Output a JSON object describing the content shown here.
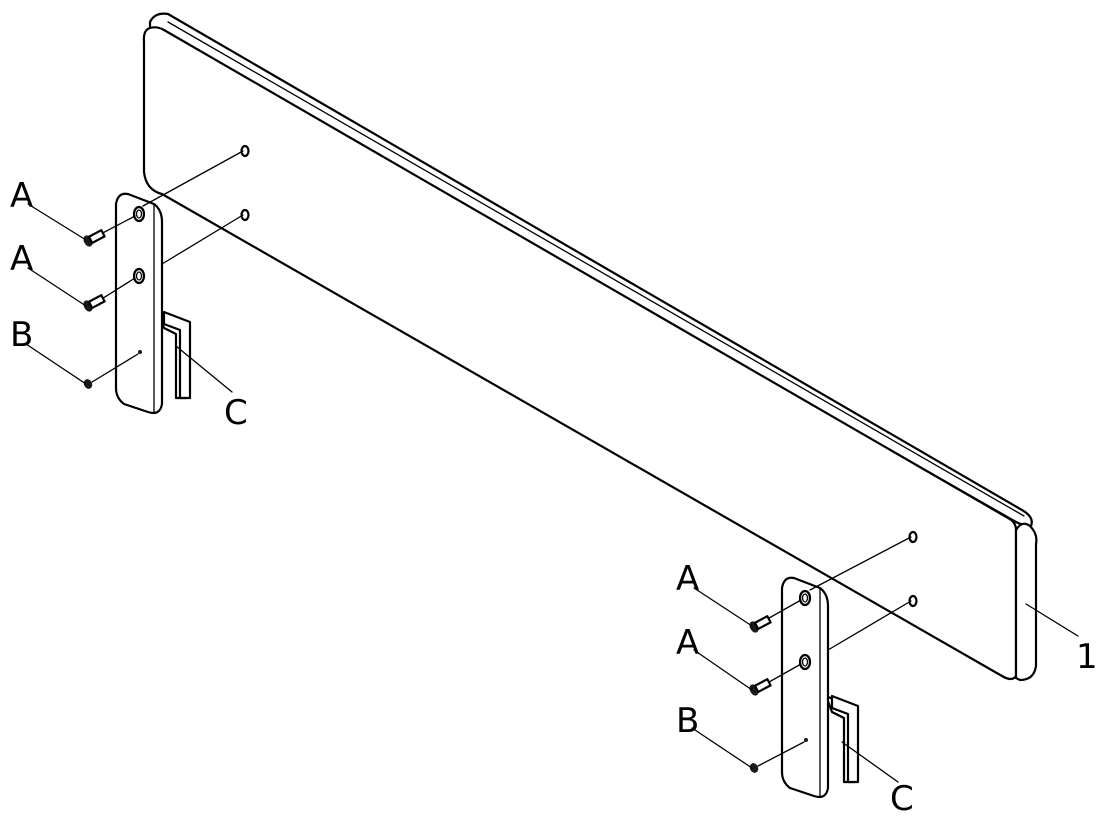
{
  "labels": {
    "screw": "A",
    "small_screw": "B",
    "bracket": "C",
    "board": "1"
  },
  "colors": {
    "line": "#000000",
    "background": "#ffffff"
  }
}
